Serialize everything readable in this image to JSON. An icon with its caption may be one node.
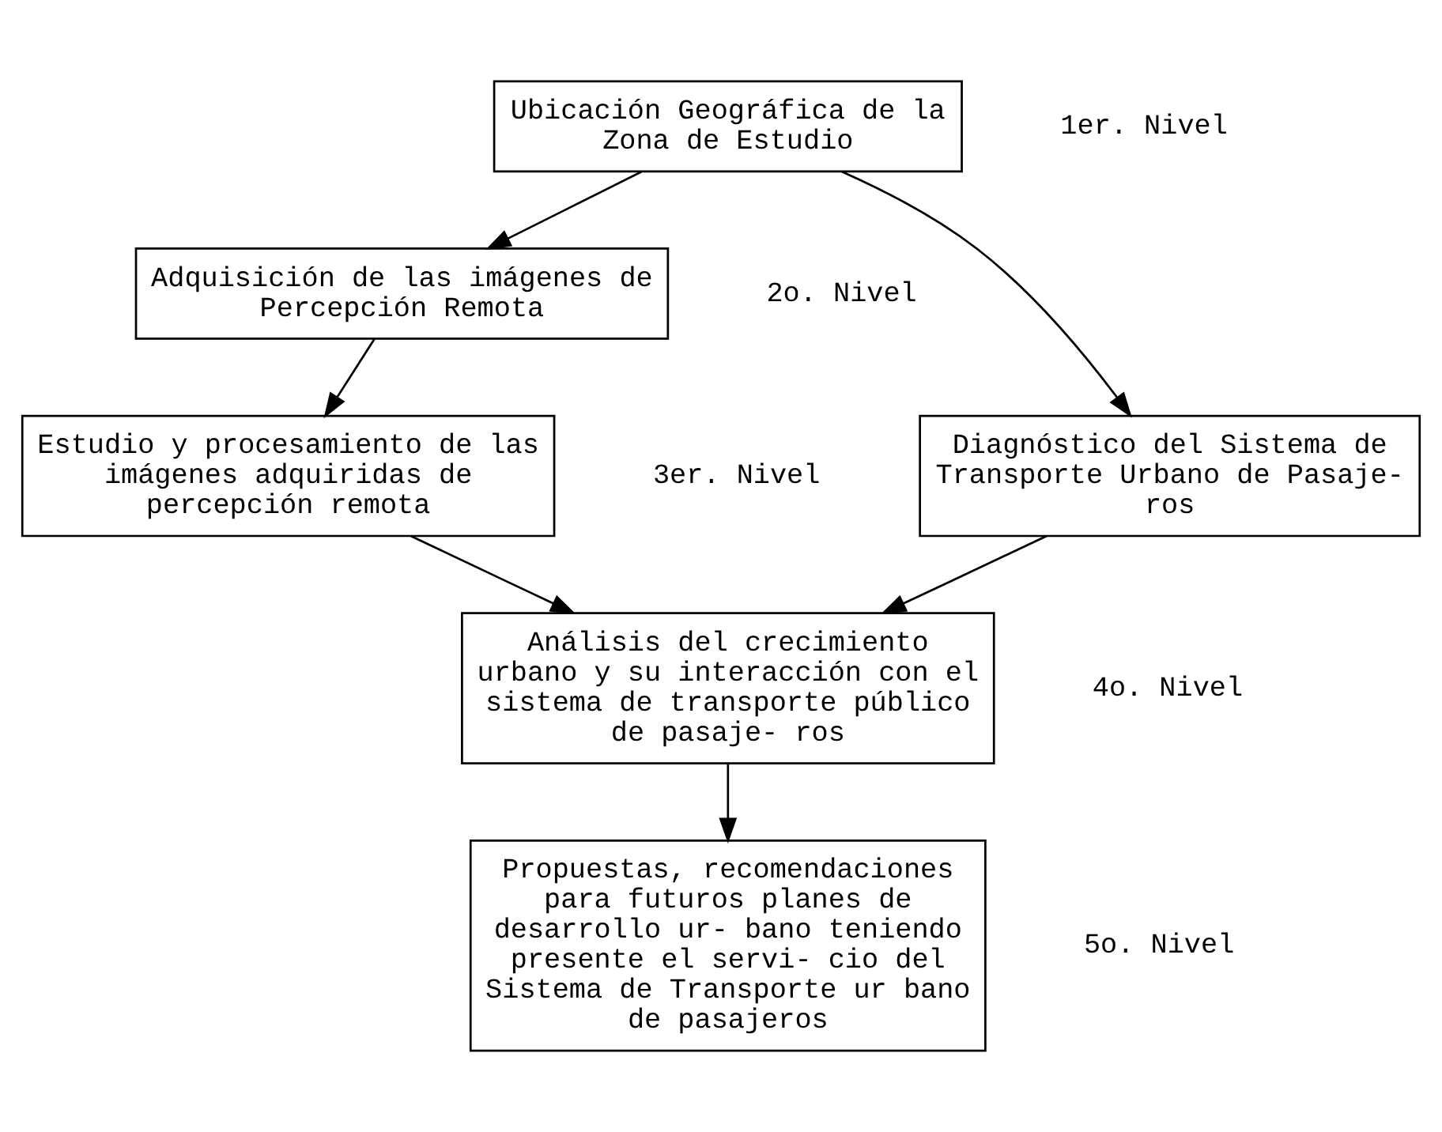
{
  "diagram": {
    "nodes": [
      {
        "text": [
          "Ubicación Geográfica de la Zona de Estudio"
        ],
        "beside": [
          "1er. Nivel"
        ]
      },
      {
        "text": [
          "Adquisición de las imágenes de Percepción Remota"
        ],
        "beside": [
          "2o. Nivel"
        ]
      },
      {
        "text": [
          "Diagnóstico del Sistema de Transporte Urbano de Pasaje- ros"
        ]
      },
      {
        "text": [
          "Estudio y procesamiento de las imágenes adquiridas de percepción remota"
        ],
        "beside": [
          "3er. Nivel"
        ]
      },
      {
        "text": [
          "Análisis del crecimiento urbano y su interacción con el sistema de transporte público de pasaje- ros"
        ],
        "beside": [
          "4o. Nivel"
        ]
      },
      {
        "text": [
          "Propuestas, recomendaciones para futuros planes de desarrollo ur- bano teniendo presente el servi- cio del Sistema de Transporte ur bano de pasajeros"
        ],
        "beside": [
          "5o. Nivel"
        ]
      }
    ],
    "edges": [
      {
        "from": 0,
        "to": 1,
        "arrow": "to"
      },
      {
        "from": 0,
        "to": 2,
        "arrow": "to"
      },
      {
        "from": 1,
        "to": 3,
        "arrow": "to"
      },
      {
        "from": 3,
        "to": 4,
        "arrow": "to"
      },
      {
        "from": 2,
        "to": 4,
        "arrow": "to"
      },
      {
        "from": 4,
        "to": 5,
        "arrow": "to"
      }
    ]
  }
}
